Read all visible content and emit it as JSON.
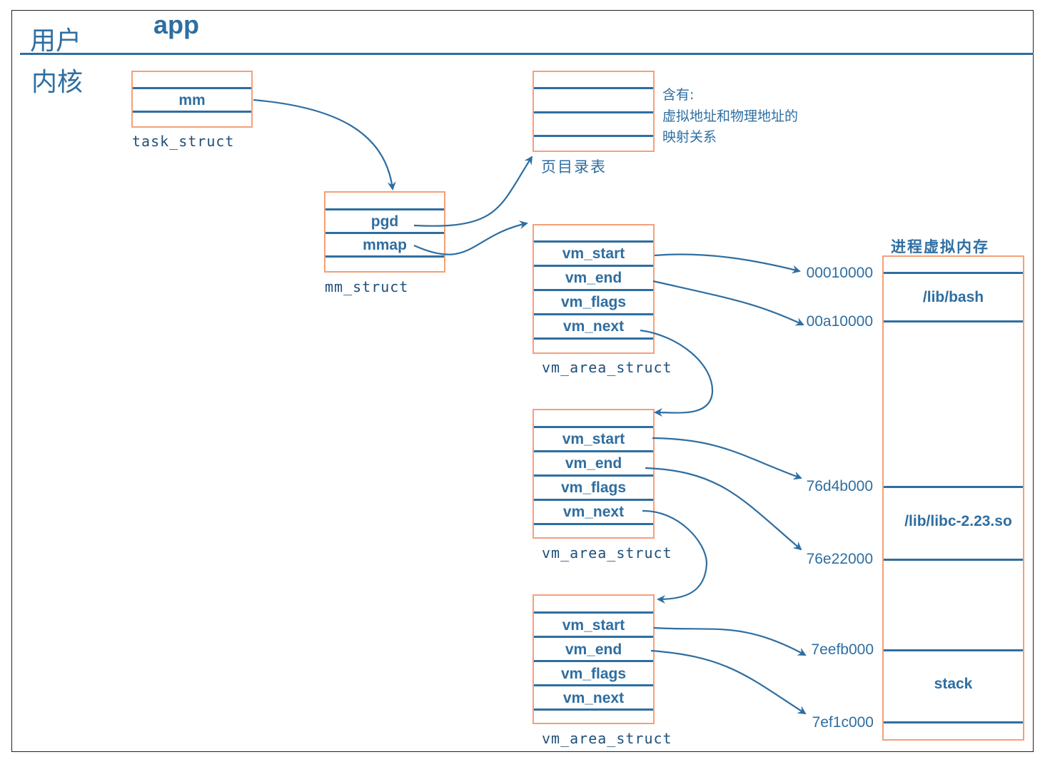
{
  "layers": {
    "user": "用户",
    "app": "app",
    "kernel": "内核"
  },
  "task_struct": {
    "field": "mm",
    "caption": "task_struct"
  },
  "mm_struct": {
    "fields": [
      "pgd",
      "mmap"
    ],
    "caption": "mm_struct"
  },
  "page_dir": {
    "caption": "页目录表",
    "note": [
      "含有:",
      "虚拟地址和物理地址的",
      "映射关系"
    ]
  },
  "vm_areas": [
    {
      "fields": [
        "vm_start",
        "vm_end",
        "vm_flags",
        "vm_next"
      ],
      "caption": "vm_area_struct"
    },
    {
      "fields": [
        "vm_start",
        "vm_end",
        "vm_flags",
        "vm_next"
      ],
      "caption": "vm_area_struct"
    },
    {
      "fields": [
        "vm_start",
        "vm_end",
        "vm_flags",
        "vm_next"
      ],
      "caption": "vm_area_struct"
    }
  ],
  "process_memory": {
    "title": "进程虚拟内存",
    "segments": [
      "/lib/bash",
      "/lib/libc-2.23.so",
      "stack"
    ],
    "addresses": [
      "00010000",
      "00a10000",
      "76d4b000",
      "76e22000",
      "7eefb000",
      "7ef1c000"
    ]
  },
  "colors": {
    "text": "#2e6ea1",
    "box_border": "#f4a07a",
    "arrow": "#2e6ea1"
  }
}
